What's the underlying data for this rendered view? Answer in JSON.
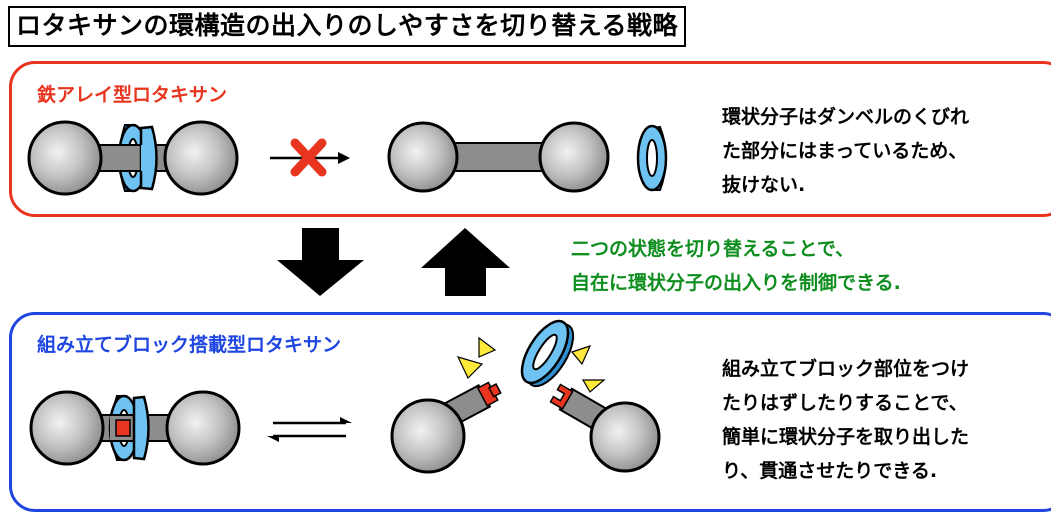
{
  "title": "ロタキサンの環構造の出入りのしやすさを切り替える戦略",
  "top_panel": {
    "label": "鉄アレイ型ロタキサン",
    "description": [
      "環状分子はダンベルのくびれ",
      "た部分にはまっているため、",
      "抜けない."
    ]
  },
  "middle_note": [
    "二つの状態を切り替えることで、",
    "自在に環状分子の出入りを制御できる."
  ],
  "bottom_panel": {
    "label": "組み立てブロック搭載型ロタキサン",
    "description": [
      "組み立てブロック部位をつけ",
      "たりはずしたりすることで、",
      "簡単に環状分子を取り出した",
      "り、貫通させたりできる."
    ]
  },
  "colors": {
    "red": "#e8351f",
    "blue": "#1f46e0",
    "green": "#0e8e1f",
    "ring": "#6fc3f2",
    "block": "#e8351f"
  }
}
